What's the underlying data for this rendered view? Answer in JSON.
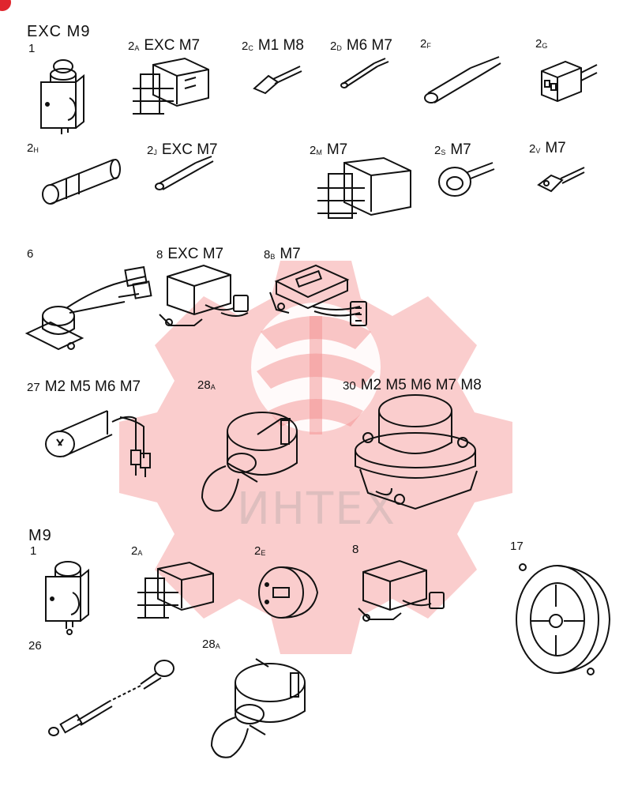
{
  "sections": {
    "top": "EXC M9",
    "bottom": "M9"
  },
  "labels": {
    "p1_top": {
      "num": "1",
      "sub": "",
      "tag": ""
    },
    "p2a_top": {
      "num": "2",
      "sub": "A",
      "tag": "EXC M7"
    },
    "p2c": {
      "num": "2",
      "sub": "C",
      "tag": "M1 M8"
    },
    "p2d": {
      "num": "2",
      "sub": "D",
      "tag": "M6 M7"
    },
    "p2f": {
      "num": "2",
      "sub": "F",
      "tag": ""
    },
    "p2g": {
      "num": "2",
      "sub": "G",
      "tag": ""
    },
    "p2h": {
      "num": "2",
      "sub": "H",
      "tag": ""
    },
    "p2j": {
      "num": "2",
      "sub": "J",
      "tag": "EXC M7"
    },
    "p2m": {
      "num": "2",
      "sub": "M",
      "tag": "M7"
    },
    "p2s": {
      "num": "2",
      "sub": "S",
      "tag": "M7"
    },
    "p2v": {
      "num": "2",
      "sub": "V",
      "tag": "M7"
    },
    "p6": {
      "num": "6",
      "sub": "",
      "tag": ""
    },
    "p8_top": {
      "num": "8",
      "sub": "",
      "tag": "EXC M7"
    },
    "p8b": {
      "num": "8",
      "sub": "B",
      "tag": "M7"
    },
    "p27": {
      "num": "27",
      "sub": "",
      "tag": "M2 M5 M6 M7"
    },
    "p28a_top": {
      "num": "28",
      "sub": "A",
      "tag": ""
    },
    "p30": {
      "num": "30",
      "sub": "",
      "tag": "M2 M5 M6 M7 M8"
    },
    "p1_bot": {
      "num": "1",
      "sub": "",
      "tag": ""
    },
    "p2a_bot": {
      "num": "2",
      "sub": "A",
      "tag": ""
    },
    "p2e": {
      "num": "2",
      "sub": "E",
      "tag": ""
    },
    "p8_bot": {
      "num": "8",
      "sub": "",
      "tag": ""
    },
    "p17": {
      "num": "17",
      "sub": "",
      "tag": ""
    },
    "p26": {
      "num": "26",
      "sub": "",
      "tag": ""
    },
    "p28a_bot": {
      "num": "28",
      "sub": "A",
      "tag": ""
    }
  },
  "watermark": {
    "text": "ИНТЕХ",
    "color": "#f08080"
  },
  "colors": {
    "accent": "#e0262e",
    "ink": "#111111"
  }
}
